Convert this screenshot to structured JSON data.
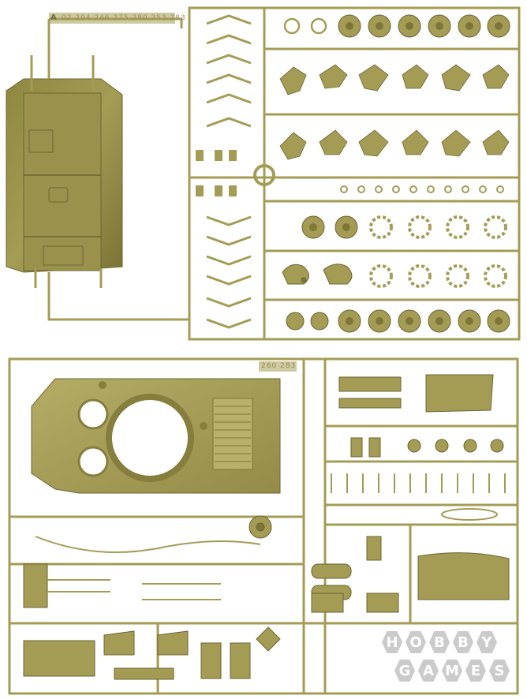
{
  "sprue_a": {
    "letter": "A",
    "code": "02 204 246 275 280 253 283"
  },
  "sprue_b": {
    "code": "260 283"
  },
  "watermark": {
    "line1": [
      "H",
      "O",
      "B",
      "B",
      "Y"
    ],
    "line2": [
      "G",
      "A",
      "M",
      "E",
      "S"
    ]
  },
  "colors": {
    "plastic": "#a49c55",
    "plastic_dark": "#7d7638",
    "plastic_light": "#c3bb78",
    "background": "#ffffff"
  }
}
